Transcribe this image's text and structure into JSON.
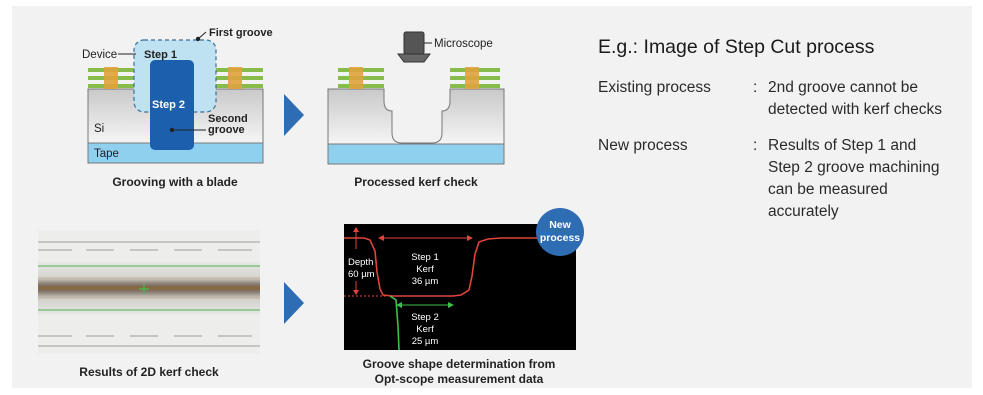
{
  "diagram": {
    "panels": {
      "grooving": {
        "caption": "Grooving with a blade",
        "device_label": "Device",
        "step1_label": "Step 1",
        "step2_label": "Step 2",
        "first_groove_label": "First groove",
        "second_groove_label_line1": "Second",
        "second_groove_label_line2": "groove",
        "si_label": "Si",
        "tape_label": "Tape"
      },
      "kerf_check": {
        "caption": "Processed kerf check",
        "microscope_label": "Microscope"
      },
      "kerf_2d": {
        "caption": "Results of 2D kerf check"
      },
      "groove_shape": {
        "caption_line1": "Groove shape determination from",
        "caption_line2": "Opt-scope measurement data",
        "badge_line1": "New",
        "badge_line2": "process",
        "depth_label": "Depth",
        "depth_value": "60 µm",
        "step1_label": "Step 1",
        "step1_kerf_label": "Kerf",
        "step1_kerf_value": "36 µm",
        "step2_label": "Step 2",
        "step2_kerf_label": "Kerf",
        "step2_kerf_value": "25 µm"
      }
    }
  },
  "text": {
    "title": "E.g.: Image of Step Cut process",
    "sep": ":",
    "existing": {
      "label": "Existing process",
      "desc": "2nd groove cannot be detected with kerf checks"
    },
    "new": {
      "label": "New process",
      "desc": "Results of Step 1 and Step 2 groove machining can be measured accurately"
    }
  },
  "colors": {
    "panel_bg": "#f2f2f2",
    "arrow": "#2e6db3",
    "tape": "#8fd0ee",
    "blade": "#1c60ad",
    "blade_halo": "#bfe2f2",
    "green_layer": "#86bd4a",
    "orange_pad": "#e0a23c",
    "badge": "#2e6db3",
    "profile_red": "#e0443c",
    "profile_green": "#3ec04a"
  }
}
